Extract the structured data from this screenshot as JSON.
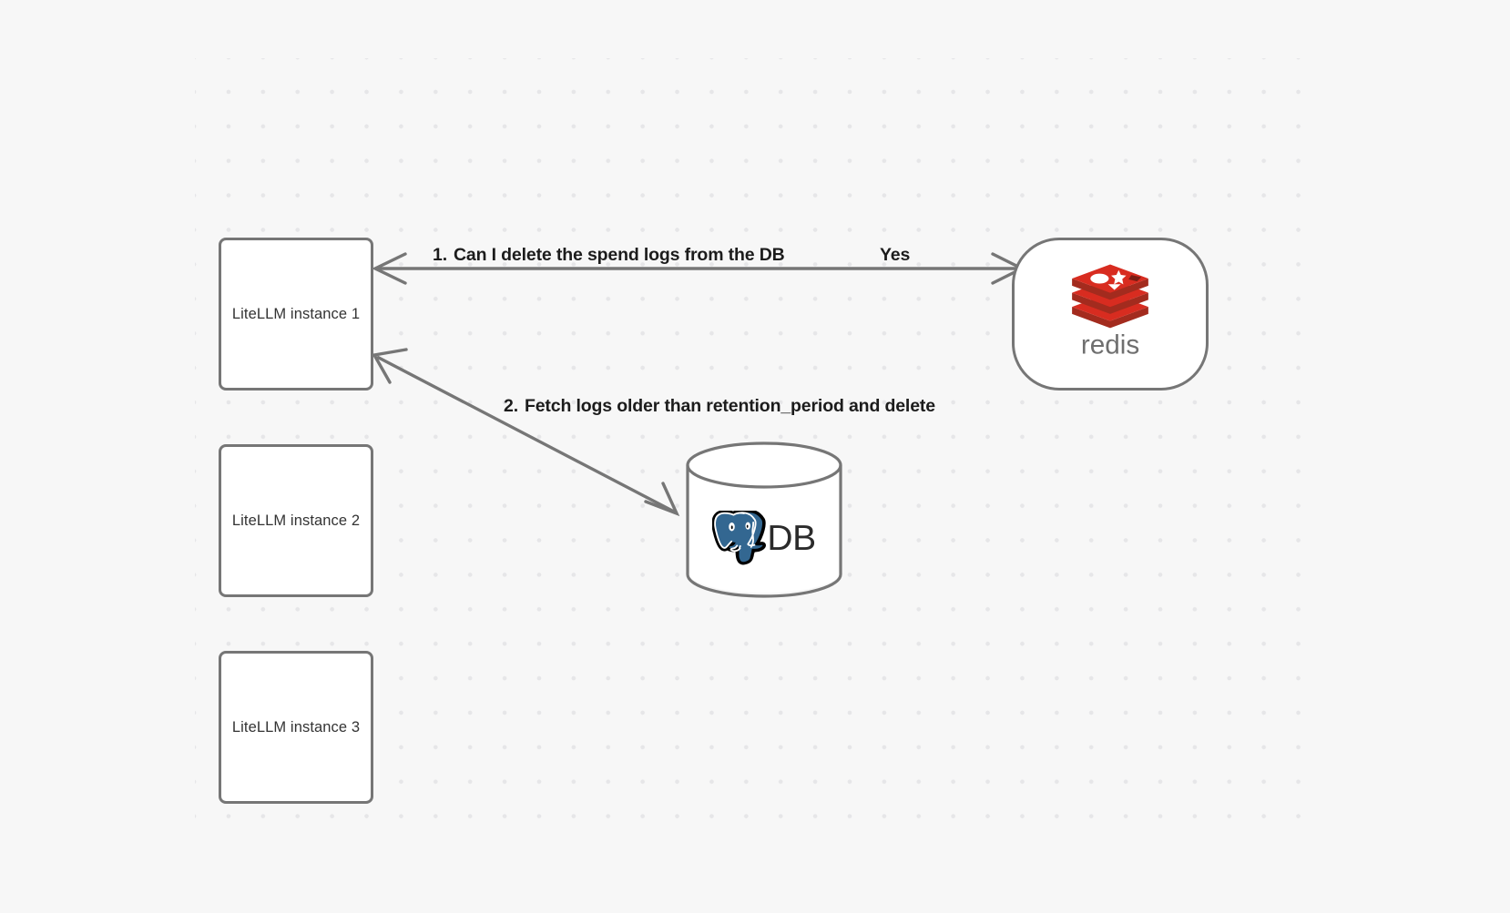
{
  "canvas": {
    "background_color": "#f7f7f7",
    "grid_dot_color": "#e6e6e8",
    "stroke_color": "#767676"
  },
  "nodes": [
    {
      "id": "litellm-1",
      "label": "LiteLLM instance 1",
      "shape": "rounded-rect"
    },
    {
      "id": "litellm-2",
      "label": "LiteLLM instance 2",
      "shape": "rounded-rect"
    },
    {
      "id": "litellm-3",
      "label": "LiteLLM instance 3",
      "shape": "rounded-rect"
    },
    {
      "id": "redis",
      "label": "redis",
      "shape": "stadium",
      "logo": "redis-logo-icon",
      "brand_color": "#d82c20",
      "wordmark_color": "#6f6f6f"
    },
    {
      "id": "db",
      "label": "DB",
      "shape": "cylinder",
      "logo": "postgresql-elephant-icon",
      "brand_color": "#336791"
    }
  ],
  "edges": [
    {
      "id": "edge-1",
      "from": "redis",
      "to": "litellm-1",
      "label_number": "1.",
      "label_text": "Can I delete the spend logs from the DB",
      "reply_label": "Yes",
      "arrowheads": "both"
    },
    {
      "id": "edge-2",
      "from": "litellm-1",
      "to": "db",
      "label_number": "2.",
      "label_text": "Fetch logs older than retention_period and delete",
      "arrowheads": "both"
    }
  ],
  "redis": {
    "wordmark": "redis"
  },
  "db": {
    "text": "DB"
  }
}
